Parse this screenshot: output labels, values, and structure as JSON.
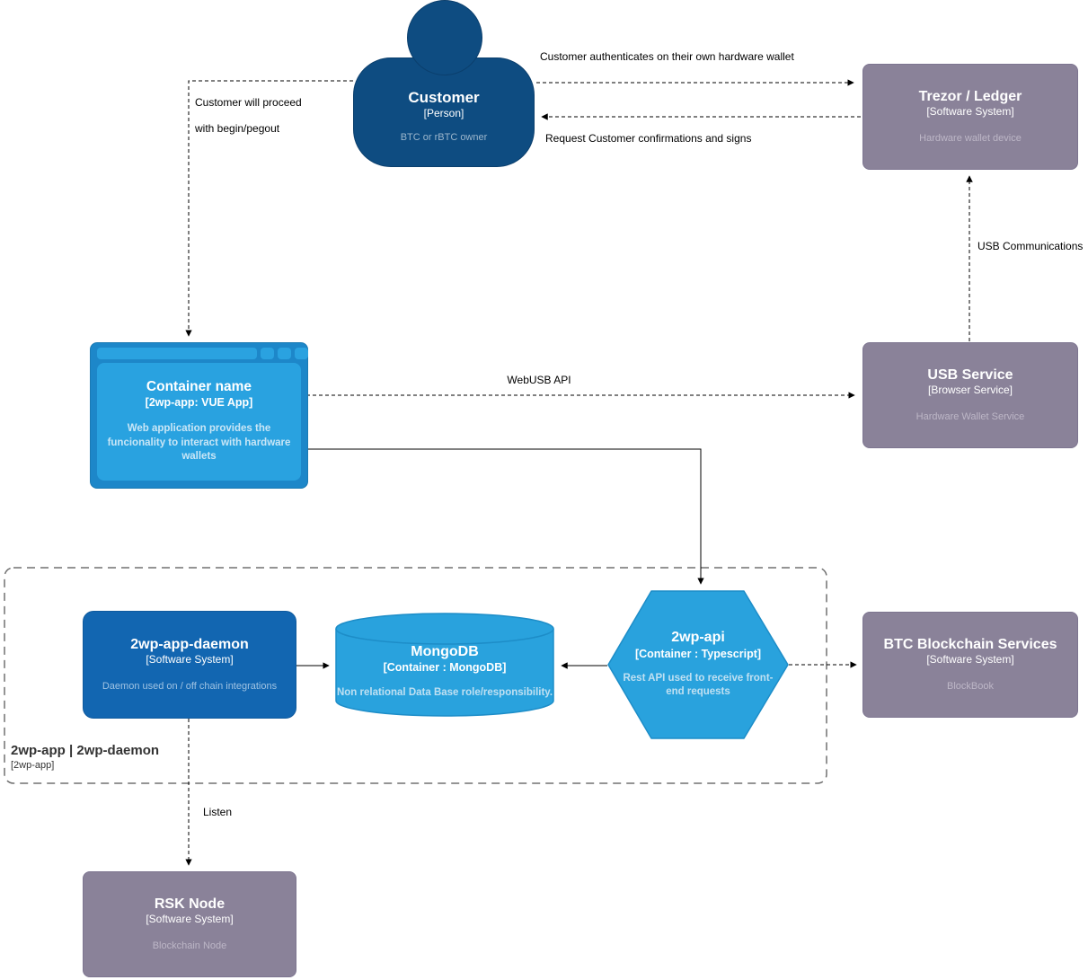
{
  "nodes": {
    "customer": {
      "title": "Customer",
      "subtitle": "[Person]",
      "description": "BTC or rBTC owner"
    },
    "trezor_ledger": {
      "title": "Trezor / Ledger",
      "subtitle": "[Software System]",
      "description": "Hardware wallet device"
    },
    "container": {
      "title": "Container name",
      "subtitle": "[2wp-app: VUE App]",
      "description": "Web application provides the funcionality to interact with hardware wallets"
    },
    "usb_service": {
      "title": "USB Service",
      "subtitle": "[Browser Service]",
      "description": "Hardware Wallet Service"
    },
    "daemon": {
      "title": "2wp-app-daemon",
      "subtitle": "[Software System]",
      "description": "Daemon used on / off chain integrations"
    },
    "mongodb": {
      "title": "MongoDB",
      "subtitle": "[Container : MongoDB]",
      "description": "Non relational Data Base role/responsibility."
    },
    "api": {
      "title": "2wp-api",
      "subtitle": "[Container : Typescript]",
      "description": "Rest API used to receive front-end requests"
    },
    "btc": {
      "title": "BTC Blockchain Services",
      "subtitle": "[Software System]",
      "description": "BlockBook"
    },
    "rsk": {
      "title": "RSK Node",
      "subtitle": "[Software System]",
      "description": "Blockchain Node"
    },
    "boundary": {
      "title": "2wp-app | 2wp-daemon",
      "subtitle": "[2wp-app]"
    }
  },
  "edges": {
    "customer_to_trezor": "Customer authenticates on their own hardware wallet",
    "trezor_to_customer": "Request Customer confirmations and signs",
    "customer_to_container_line1": "Customer will proceed",
    "customer_to_container_line2": "with begin/pegout",
    "container_to_usb": "WebUSB API",
    "usb_to_trezor": "USB Communications",
    "daemon_to_rsk": "Listen"
  },
  "colors": {
    "person_navy": "#0e4c81",
    "container_light_blue": "#29a2dd",
    "daemon_blue": "#1266b1",
    "external_gray": "#8a8299",
    "arrow_black": "#000000",
    "boundary_gray": "#707070"
  }
}
